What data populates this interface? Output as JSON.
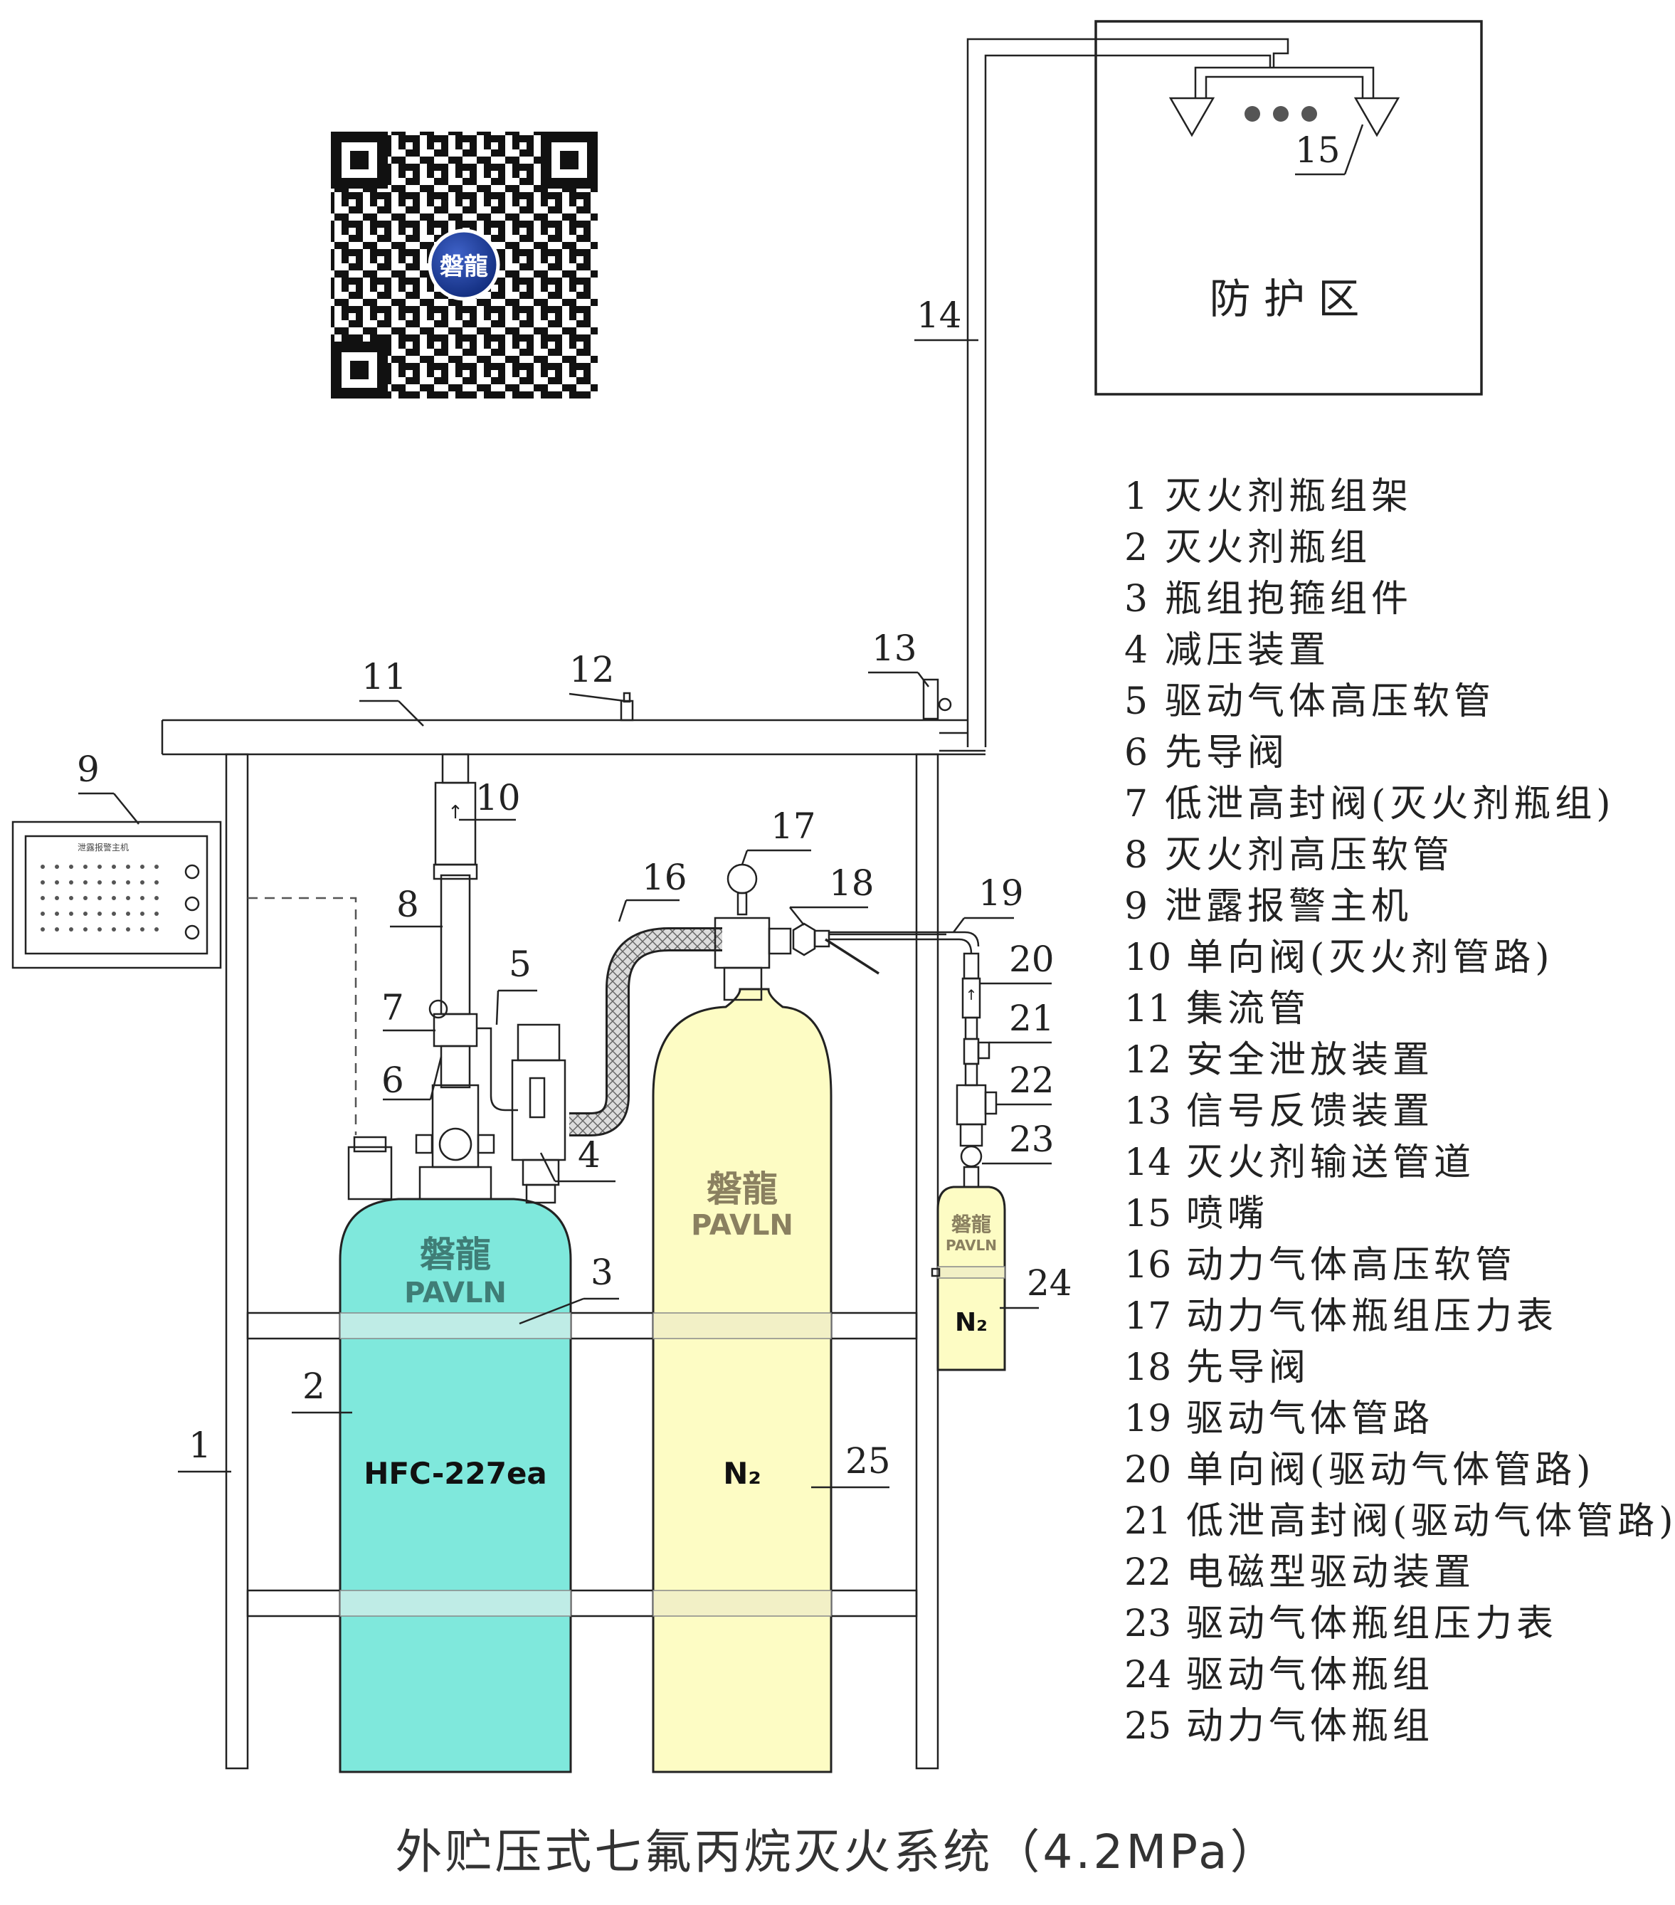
{
  "title": "外贮压式七氟丙烷灭火系统（4.2MPa）",
  "protected_zone_label": "防 护 区",
  "qr_logo_text": "磐龍",
  "alarm_panel_label": "泄露报警主机",
  "cylinders": {
    "agent": {
      "brand_cn": "磐龍",
      "brand_en": "PAVLN",
      "content": "HFC-227ea",
      "color": "#7fe8dc"
    },
    "power": {
      "brand_cn": "磐龍",
      "brand_en": "PAVLN",
      "content": "N₂",
      "color": "#fdfcc4"
    },
    "drive": {
      "brand_cn": "磐龍",
      "brand_en": "PAVLN",
      "content": "N₂",
      "color": "#fdfcc4"
    }
  },
  "callouts": [
    "1",
    "2",
    "3",
    "4",
    "5",
    "6",
    "7",
    "8",
    "9",
    "10",
    "11",
    "12",
    "13",
    "14",
    "15",
    "16",
    "17",
    "18",
    "19",
    "20",
    "21",
    "22",
    "23",
    "24",
    "25"
  ],
  "legend": [
    {
      "num": "1",
      "text": "灭火剂瓶组架"
    },
    {
      "num": "2",
      "text": "灭火剂瓶组"
    },
    {
      "num": "3",
      "text": "瓶组抱箍组件"
    },
    {
      "num": "4",
      "text": "减压装置"
    },
    {
      "num": "5",
      "text": "驱动气体高压软管"
    },
    {
      "num": "6",
      "text": "先导阀"
    },
    {
      "num": "7",
      "text": "低泄高封阀(灭火剂瓶组)"
    },
    {
      "num": "8",
      "text": "灭火剂高压软管"
    },
    {
      "num": "9",
      "text": "泄露报警主机"
    },
    {
      "num": "10",
      "text": "单向阀(灭火剂管路)"
    },
    {
      "num": "11",
      "text": "集流管"
    },
    {
      "num": "12",
      "text": "安全泄放装置"
    },
    {
      "num": "13",
      "text": "信号反馈装置"
    },
    {
      "num": "14",
      "text": "灭火剂输送管道"
    },
    {
      "num": "15",
      "text": "喷嘴"
    },
    {
      "num": "16",
      "text": "动力气体高压软管"
    },
    {
      "num": "17",
      "text": "动力气体瓶组压力表"
    },
    {
      "num": "18",
      "text": "先导阀"
    },
    {
      "num": "19",
      "text": "驱动气体管路"
    },
    {
      "num": "20",
      "text": "单向阀(驱动气体管路)"
    },
    {
      "num": "21",
      "text": "低泄高封阀(驱动气体管路)"
    },
    {
      "num": "22",
      "text": "电磁型驱动装置"
    },
    {
      "num": "23",
      "text": "驱动气体瓶组压力表"
    },
    {
      "num": "24",
      "text": "驱动气体瓶组"
    },
    {
      "num": "25",
      "text": "动力气体瓶组"
    }
  ]
}
